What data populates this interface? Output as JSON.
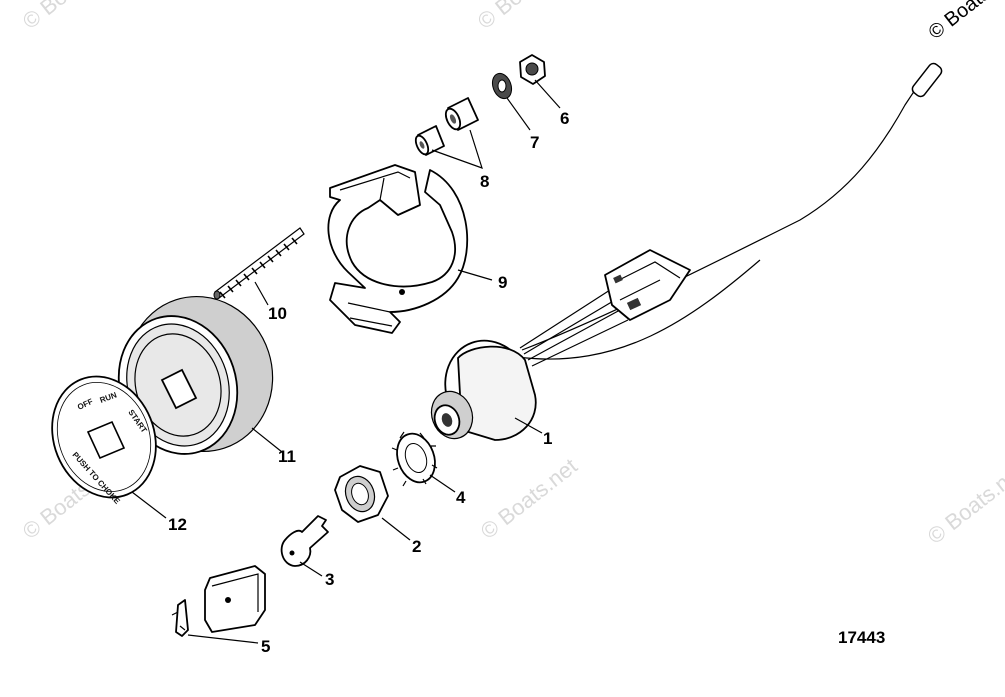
{
  "diagram": {
    "drawing_number": "17443",
    "watermarks": [
      "© Boats.net",
      "© Boats.net",
      "© Boats.net",
      "© Boats.net",
      "© Boats.net",
      "© Boats.net"
    ],
    "dial_text": {
      "off": "OFF",
      "run": "RUN",
      "start": "START",
      "push_to_choke": "PUSH TO CHOKE"
    },
    "callouts": [
      "1",
      "2",
      "3",
      "4",
      "5",
      "6",
      "7",
      "8",
      "9",
      "10",
      "11",
      "12"
    ]
  }
}
